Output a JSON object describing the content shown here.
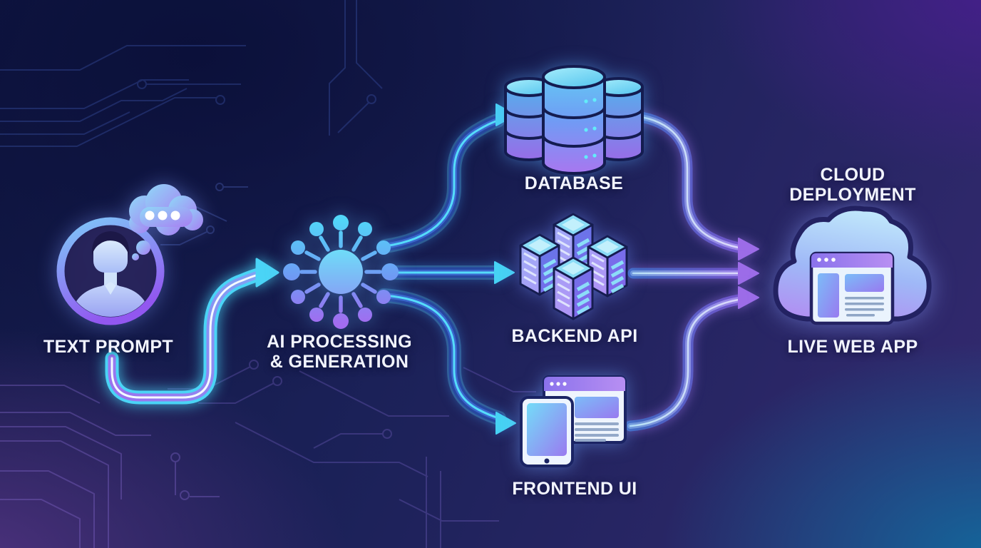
{
  "diagram": {
    "background_colors": {
      "top_left": "#10173f",
      "center": "#1b2158",
      "top_right": "#46208c",
      "bottom_left": "#4a3178",
      "bottom_right": "#12689c"
    },
    "accent_colors": {
      "cyan": "#4ad4f6",
      "blue": "#2f5fc4",
      "purple": "#9c6ce8",
      "icon_outline": "#161d50",
      "text": "#f2f4ff"
    },
    "nodes": [
      {
        "id": "text-prompt",
        "label": "TEXT PROMPT",
        "icon": "user-thought-bubble-icon"
      },
      {
        "id": "ai-processing",
        "label_lines": [
          "AI PROCESSING",
          "& GENERATION"
        ],
        "icon": "neural-hub-icon"
      },
      {
        "id": "database",
        "label": "DATABASE",
        "icon": "database-stack-icon"
      },
      {
        "id": "backend-api",
        "label": "BACKEND API",
        "icon": "server-cluster-icon"
      },
      {
        "id": "frontend-ui",
        "label": "FRONTEND UI",
        "icon": "tablet-browser-icon"
      },
      {
        "id": "cloud-deployment",
        "top_label_lines": [
          "CLOUD",
          "DEPLOYMENT"
        ],
        "bottom_label": "LIVE WEB APP",
        "icon": "cloud-browser-icon"
      }
    ],
    "edges": [
      {
        "from": "text-prompt",
        "to": "ai-processing",
        "style": "cyan-purple-glow-arrow"
      },
      {
        "from": "ai-processing",
        "to": "database",
        "style": "blue-cyan-arrow"
      },
      {
        "from": "ai-processing",
        "to": "backend-api",
        "style": "blue-cyan-arrow"
      },
      {
        "from": "ai-processing",
        "to": "frontend-ui",
        "style": "blue-cyan-arrow"
      },
      {
        "from": "database",
        "to": "cloud-deployment",
        "style": "blue-to-purple-arrow"
      },
      {
        "from": "backend-api",
        "to": "cloud-deployment",
        "style": "blue-to-purple-arrow"
      },
      {
        "from": "frontend-ui",
        "to": "cloud-deployment",
        "style": "blue-to-purple-arrow"
      }
    ]
  }
}
